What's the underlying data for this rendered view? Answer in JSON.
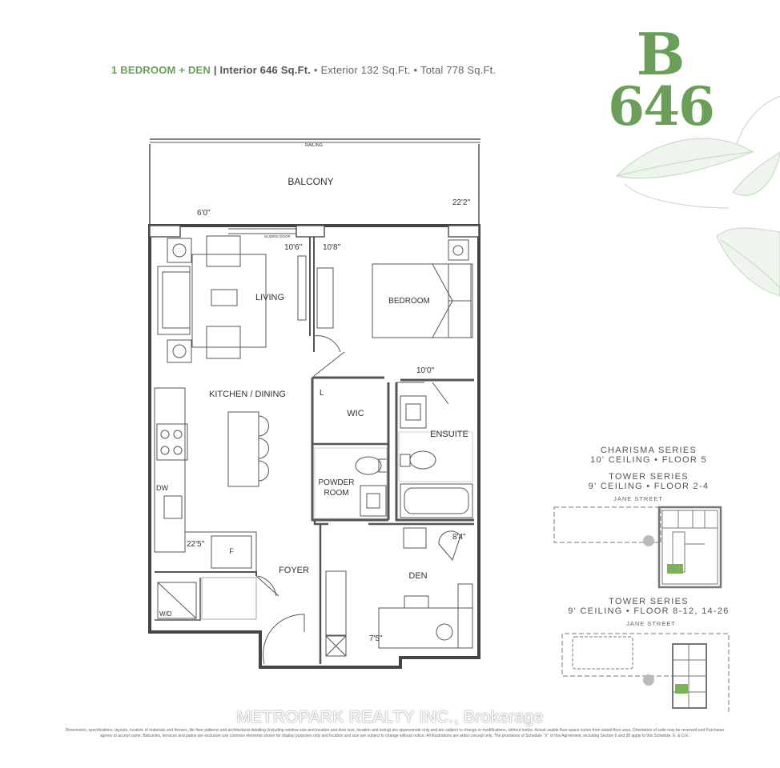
{
  "header": {
    "unit_type": "1 BEDROOM + DEN",
    "separator": "|",
    "interior": "Interior 646 Sq.Ft.",
    "exterior": "Exterior 132 Sq.Ft.",
    "total": "Total 778 Sq.Ft.",
    "bullet": "•"
  },
  "unit": {
    "letter": "B",
    "size": "646"
  },
  "plan": {
    "railing": "RAILING",
    "balcony": "BALCONY",
    "balcony_width": "22'2\"",
    "dim_6_0": "6'0\"",
    "sliding_door": "SLIDING DOOR",
    "dim_10_6": "10'6\"",
    "dim_10_8": "10'8\"",
    "living": "LIVING",
    "bedroom": "BEDROOM",
    "dim_10_0": "10'0\"",
    "kitchen_dining": "KITCHEN / DINING",
    "linen": "L",
    "wic": "WIC",
    "ensuite": "ENSUITE",
    "powder_room_1": "POWDER",
    "powder_room_2": "ROOM",
    "dw": "DW",
    "dim_22_5": "22'5\"",
    "fridge": "F",
    "foyer": "FOYER",
    "den": "DEN",
    "dim_8_4": "8'4\"",
    "dim_7_5": "7'5\"",
    "wd": "W/D"
  },
  "key_plans": [
    {
      "series": "CHARISMA SERIES",
      "detail": "10' CEILING • FLOOR 5"
    },
    {
      "series": "TOWER SERIES",
      "detail": "9' CEILING • FLOOR 2-4",
      "street": "JANE STREET"
    },
    {
      "series": "TOWER SERIES",
      "detail": "9' CEILING • FLOOR 8-12, 14-26",
      "street": "JANE STREET"
    }
  ],
  "colors": {
    "accent": "#6b9e58",
    "highlight_unit": "#7cb35a",
    "leaf": "#d6e6d2"
  },
  "watermark": "METROPARK REALTY INC., Brokerage",
  "disclaimer": "Dimensions, specifications, layouts, location of materials and fixtures, tile floor patterns and architectural detailing (including window size and location and door size, location and swing) are approximate only and are subject to change or modifications, without notice. Actual usable floor space varies from stated floor area. Orientation of suite may be reversed and Purchaser agrees to accept same. Balconies, terraces and patios are exclusive use common elements shown for display purposes only and location and size are subject to change without notice. All illustrations are artist concept only. The provisions of Schedule \"X\" of this Agreement, including Section 6 and 38 apply to this Schedule. E. & O.E."
}
